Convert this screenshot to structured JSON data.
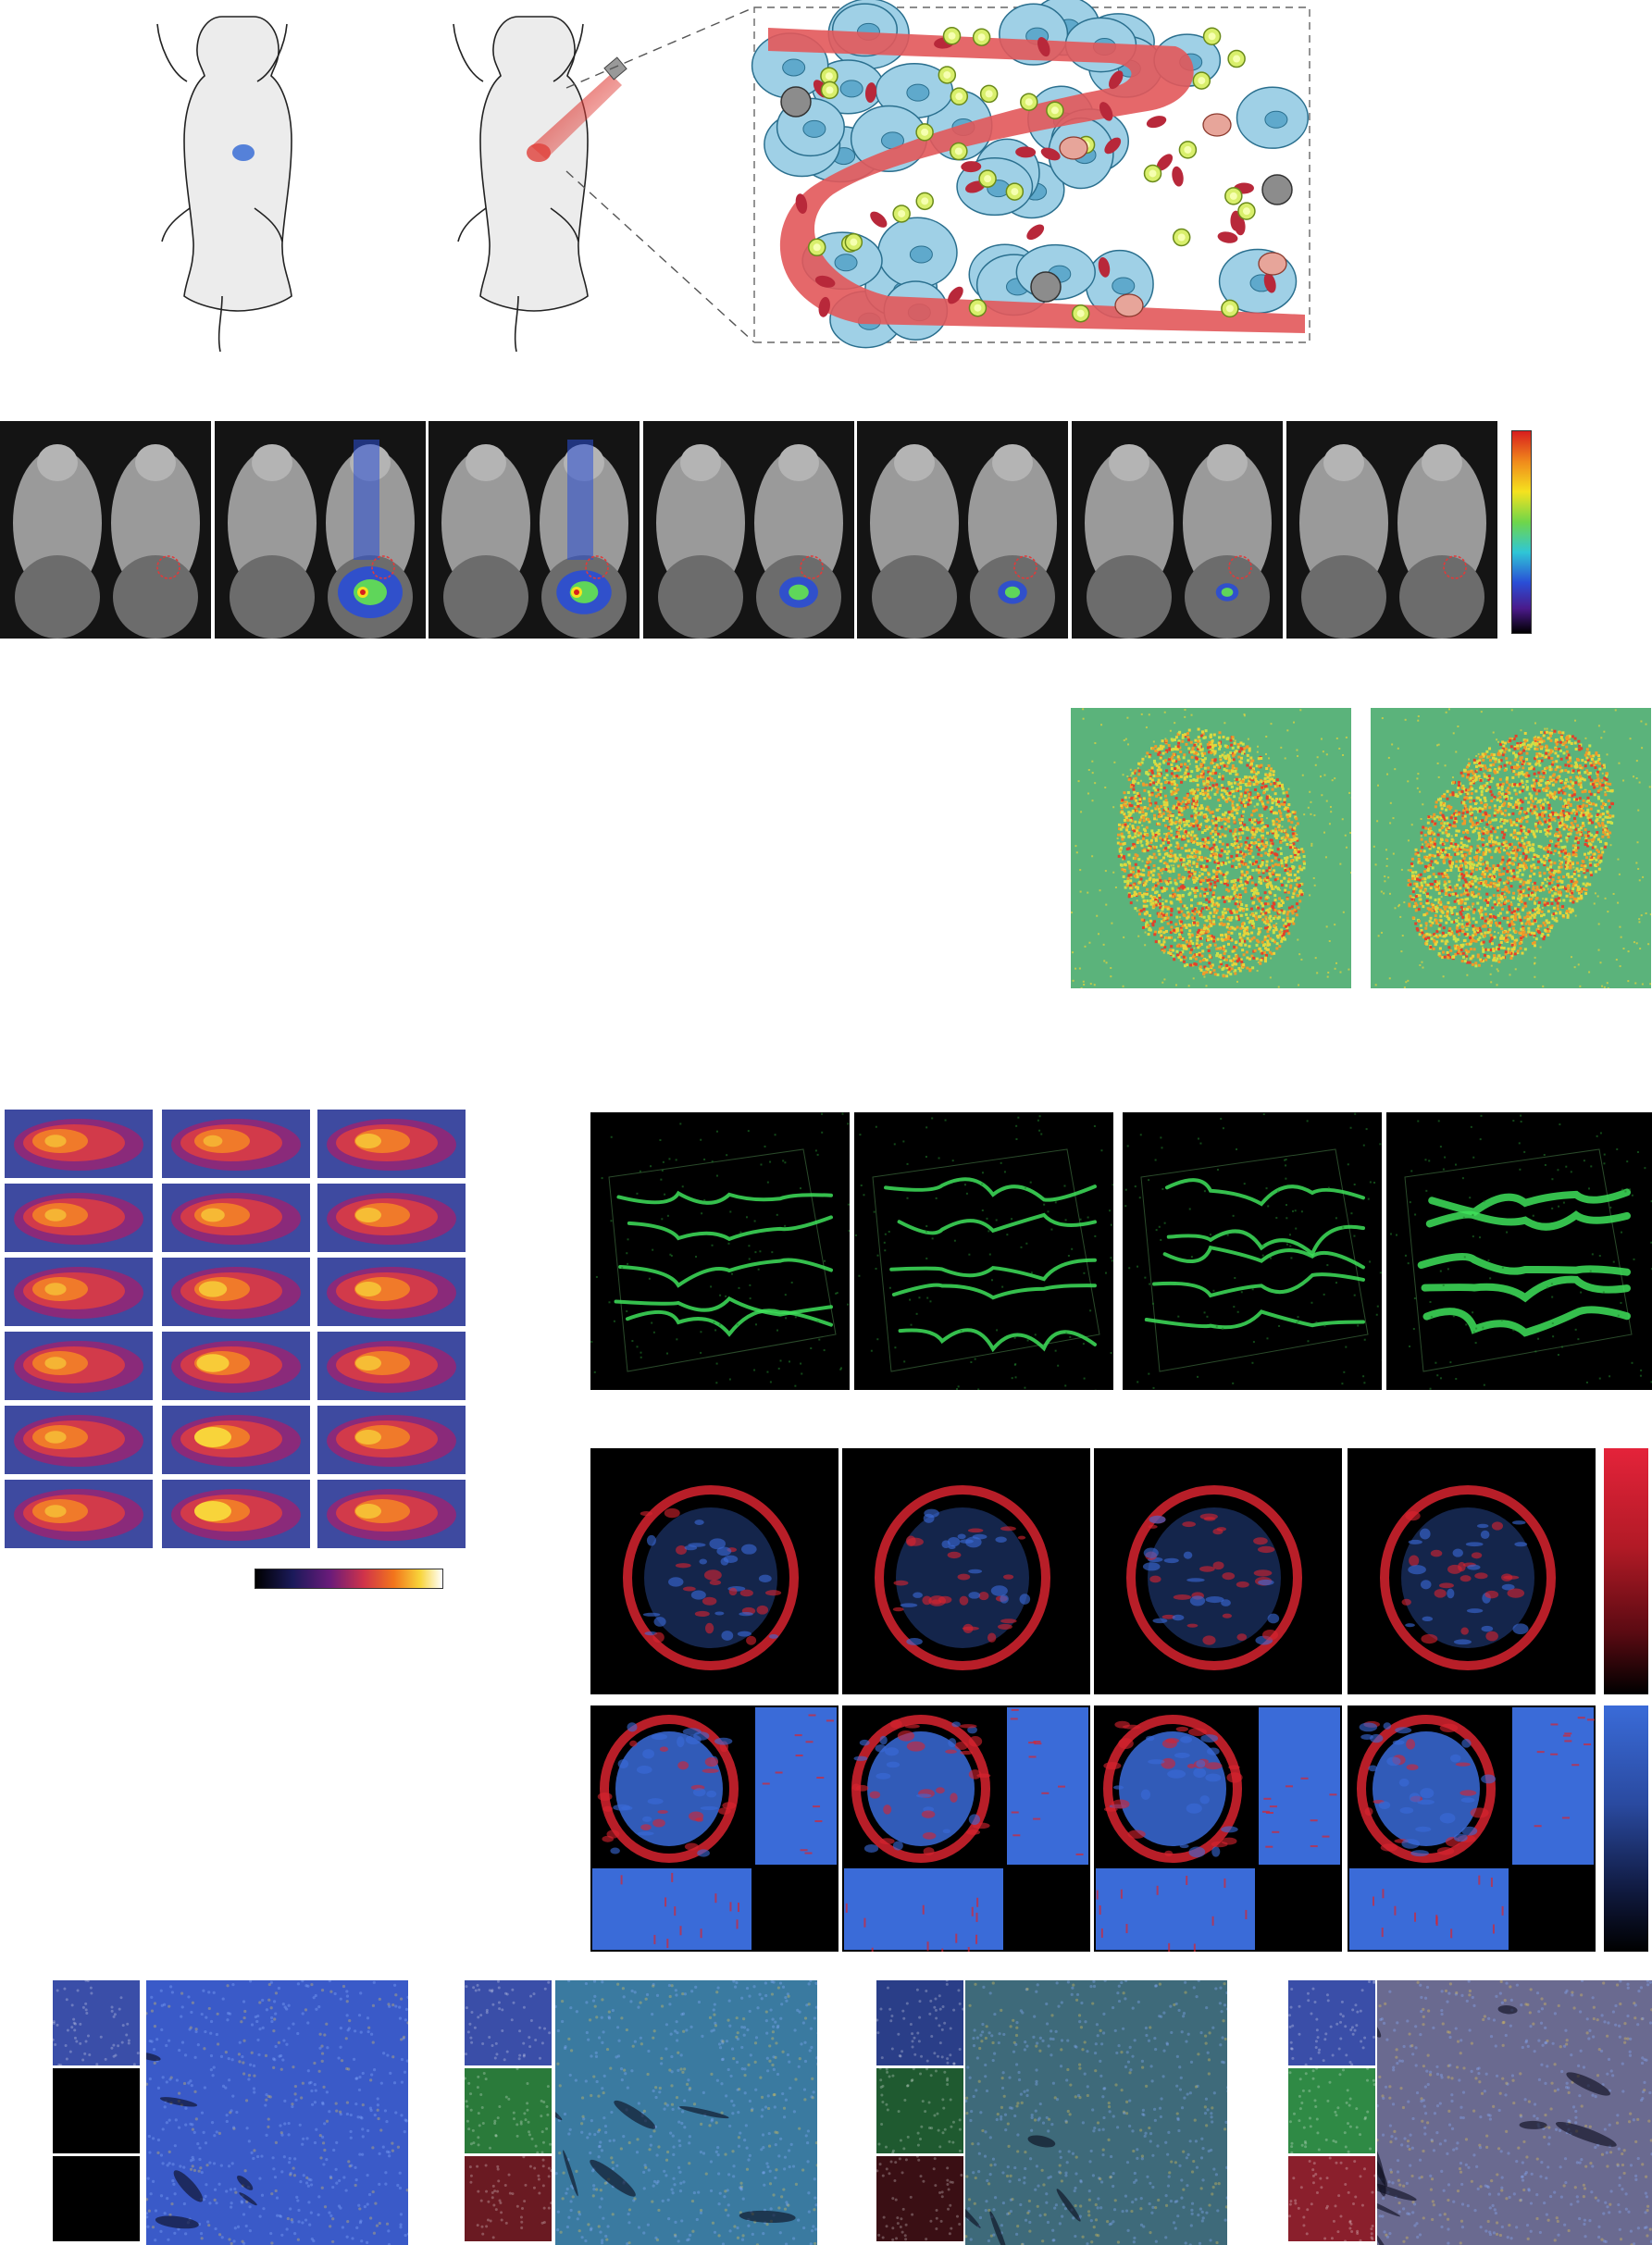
{
  "figure": {
    "schematic": {
      "mouse_left_spot": "tumor-blue",
      "mouse_right_spot": "tumor-red-laser",
      "inset": "tumor-microenvironment-illustration"
    },
    "fluorescence_strip": {
      "panel_count": 7,
      "colorbar": "rainbow"
    },
    "heatmaps": {
      "count": 2
    },
    "thermal_grid": {
      "rows": 6,
      "cols": 3,
      "colorbar": "inferno"
    },
    "vessel_3d": {
      "count": 4
    },
    "oct_row1": {
      "count": 4,
      "colorbar": "red"
    },
    "oct_row2": {
      "count": 4,
      "colorbar": "blue"
    },
    "histology": {
      "groups": 4
    },
    "colors": {
      "bg": "#ffffff",
      "tumor_blue": "#3b6fd6",
      "laser_red": "#e0403a",
      "vessel_green": "#3ee05a",
      "oct_red": "#d8232f",
      "oct_blue": "#3a6bd8",
      "heat_green": "#5bb37b"
    }
  }
}
